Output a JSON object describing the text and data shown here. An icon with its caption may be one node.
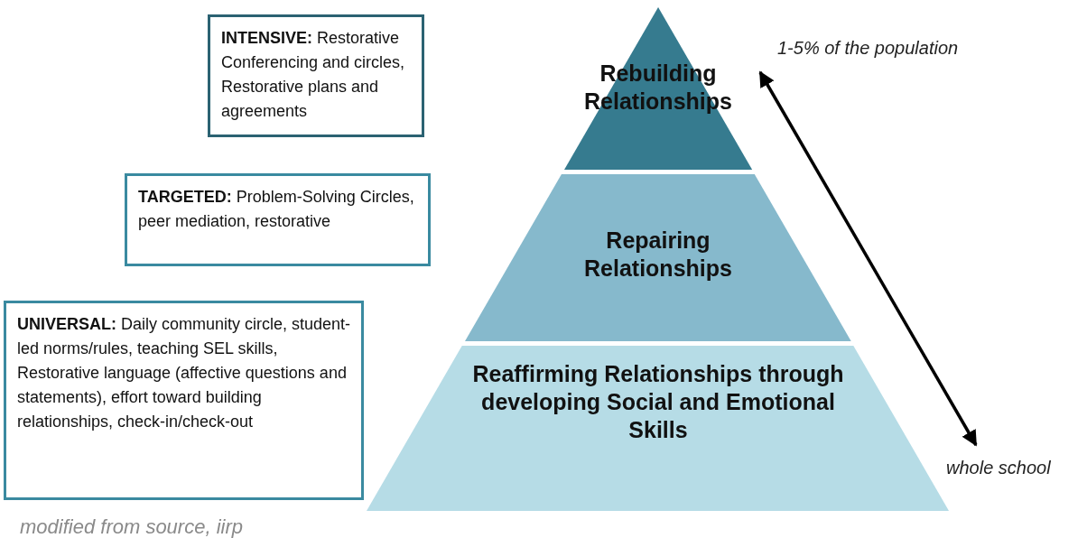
{
  "diagram": {
    "nodes": [
      {
        "text": [
          "**INTENSIVE:** Restorative Conferencing and circles, Restorative plans and agreements"
        ]
      },
      {
        "text": [
          "**TARGETED:** Problem-Solving Circles, peer mediation, restorative"
        ]
      },
      {
        "text": [
          "**UNIVERSAL:** Daily community circle,  student-led norms/rules, teaching SEL skills,  Restorative language (affective questions and statements), effort toward building relationships, check-in/check-out"
        ]
      },
      {
        "text": [
          "Rebuilding Relationships"
        ]
      },
      {
        "text": [
          "Repairing Relationships"
        ]
      },
      {
        "text": [
          "Reaffirming Relationships through developing Social and Emotional Skills"
        ]
      }
    ],
    "edges": [],
    "labels": [
      "1-5% of the population",
      "whole school",
      "modified from source, iirp"
    ]
  }
}
